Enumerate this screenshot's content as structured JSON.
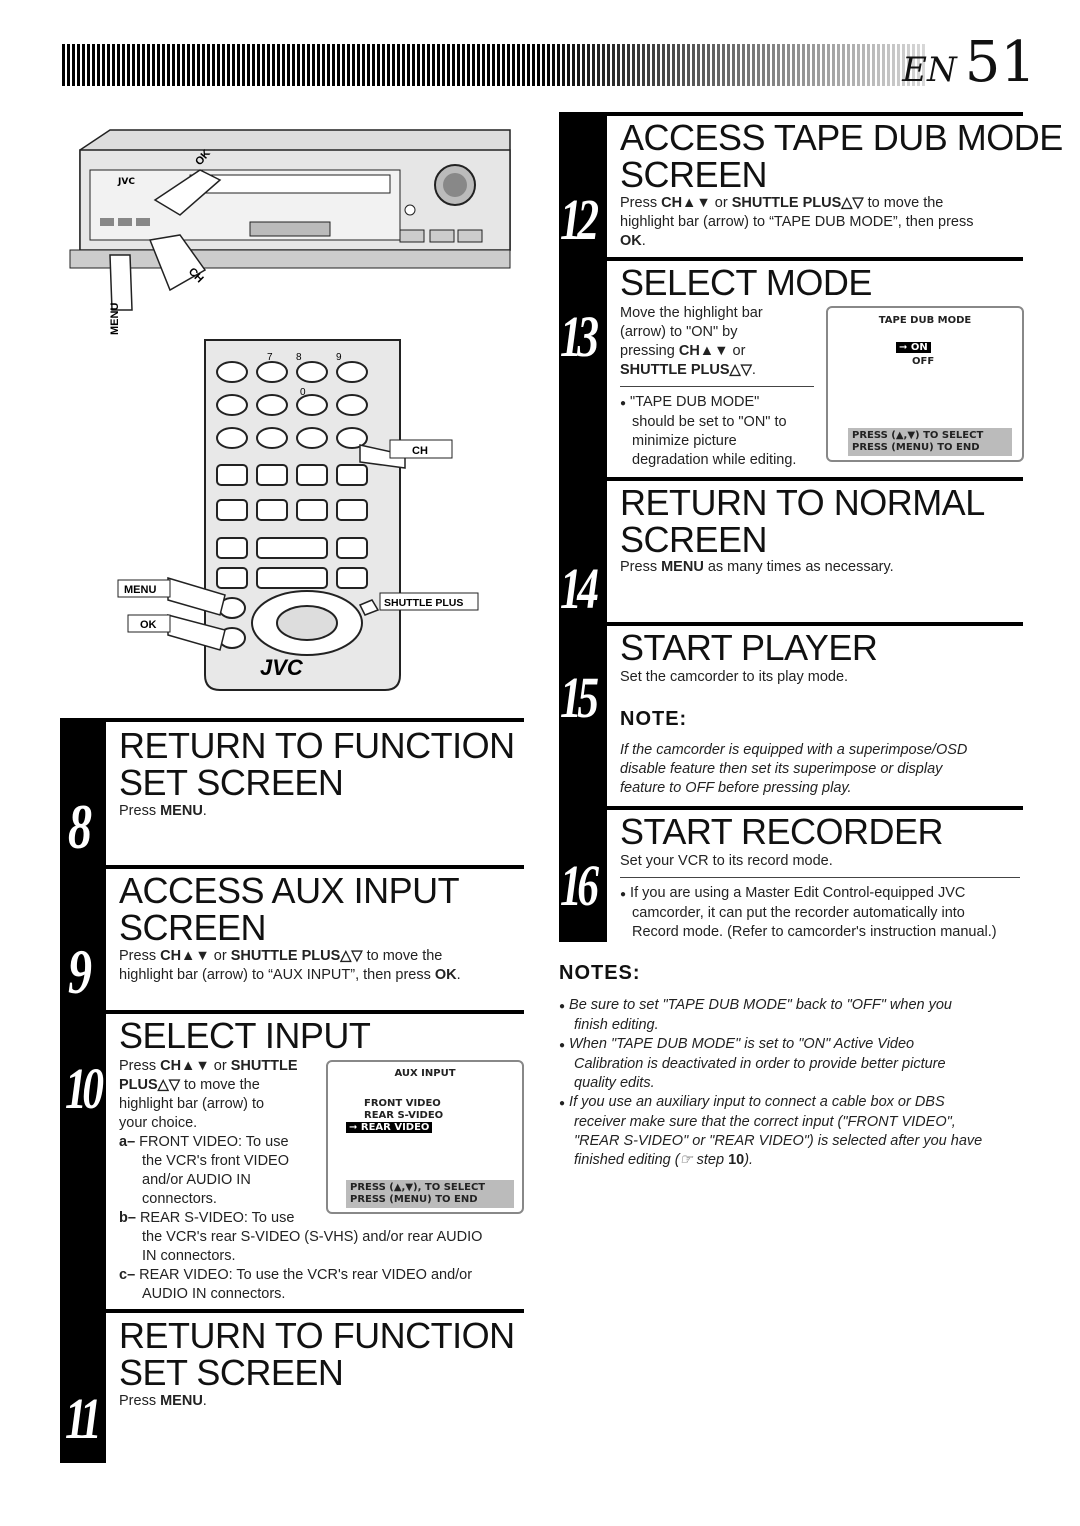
{
  "header": {
    "en": "EN",
    "page_number": "51"
  },
  "illustration": {
    "vcr_brand": "JVC",
    "remote_brand": "JVC",
    "labels": {
      "ok_top": "OK",
      "ch_top": "CH",
      "menu_side": "MENU",
      "ch_remote": "CH",
      "menu_remote": "MENU",
      "ok_remote": "OK",
      "shuttle_plus": "SHUTTLE PLUS"
    },
    "keypad_digits": [
      "7",
      "8",
      "9",
      "0"
    ]
  },
  "steps": {
    "s8": {
      "num": "8",
      "heading1": "RETURN TO FUNCTION",
      "heading2": "SET SCREEN",
      "text_pre": "Press ",
      "text_b": "MENU",
      "text_post": "."
    },
    "s9": {
      "num": "9",
      "heading1": "ACCESS AUX INPUT",
      "heading2": "SCREEN",
      "line1_pre": "Press ",
      "line1_b1": "CH▲▼",
      "line1_mid": " or ",
      "line1_b2": "SHUTTLE PLUS△▽",
      "line1_post": " to move the",
      "line2_pre": "highlight bar (arrow) to “AUX INPUT”, then press ",
      "line2_b": "OK",
      "line2_post": "."
    },
    "s10": {
      "num": "10",
      "heading1": "SELECT INPUT",
      "l1_pre": "Press ",
      "l1_b1": "CH▲▼",
      "l1_mid": " or ",
      "l1_b2": "SHUTTLE",
      "l2_b": "PLUS△▽",
      "l2_post": " to move the",
      "l3": "highlight bar (arrow) to",
      "l4": "your choice.",
      "a_label": "a–",
      "a_text1": "FRONT VIDEO: To use",
      "a_text2": "the VCR's front VIDEO",
      "a_text3": "and/or AUDIO IN",
      "a_text4": "connectors.",
      "b_label": "b–",
      "b_text1": "REAR S-VIDEO: To use",
      "b_text2": "the VCR's rear S-VIDEO (S-VHS) and/or rear AUDIO",
      "b_text3": "IN connectors.",
      "c_label": "c–",
      "c_text1": "REAR VIDEO: To use the VCR's rear VIDEO and/or",
      "c_text2": "AUDIO IN connectors."
    },
    "s11": {
      "num": "11",
      "heading1": "RETURN TO FUNCTION",
      "heading2": "SET SCREEN",
      "text_pre": "Press ",
      "text_b": "MENU",
      "text_post": "."
    },
    "s12": {
      "num": "12",
      "heading1": "ACCESS TAPE DUB MODE",
      "heading2": "SCREEN",
      "line1_pre": "Press ",
      "line1_b1": "CH▲▼",
      "line1_mid": " or ",
      "line1_b2": "SHUTTLE PLUS△▽",
      "line1_post": " to move the",
      "line2": "highlight bar (arrow) to “TAPE DUB MODE”, then press",
      "line3_b": "OK",
      "line3_post": "."
    },
    "s13": {
      "num": "13",
      "heading1": "SELECT MODE",
      "l1": "Move the highlight bar",
      "l2": "(arrow) to \"ON\" by",
      "l3_pre": "pressing ",
      "l3_b": "CH▲▼",
      "l3_post": " or",
      "l4_b": "SHUTTLE PLUS△▽",
      "l4_post": ".",
      "bullet1": "\"TAPE DUB MODE\"",
      "bullet2": "should be set to \"ON\" to",
      "bullet3": "minimize picture",
      "bullet4": "degradation while editing."
    },
    "s14": {
      "num": "14",
      "heading1": "RETURN TO NORMAL",
      "heading2": "SCREEN",
      "text_pre": "Press ",
      "text_b": "MENU",
      "text_post": " as many times as necessary."
    },
    "s15": {
      "num": "15",
      "heading1": "START PLAYER",
      "text": "Set the camcorder to its play mode.",
      "note_title": "NOTE:",
      "note1": "If the camcorder is equipped with a superimpose/OSD",
      "note2": "disable feature then set its superimpose or display",
      "note3": "feature to OFF before pressing play."
    },
    "s16": {
      "num": "16",
      "heading1": "START RECORDER",
      "text": "Set your VCR to its record mode.",
      "b1": "If you are using a Master Edit Control-equipped JVC",
      "b2": "camcorder, it can put the recorder automatically into",
      "b3": "Record mode. (Refer to camcorder's instruction manual.)"
    }
  },
  "osd_aux": {
    "title": "AUX INPUT",
    "opt1": "FRONT VIDEO",
    "opt2": "REAR S-VIDEO",
    "opt3": "REAR VIDEO",
    "arrow": "➞",
    "foot1": "PRESS (▲,▼), TO SELECT",
    "foot2": "PRESS (MENU) TO END"
  },
  "osd_dub": {
    "title": "TAPE DUB MODE",
    "opt1": "ON",
    "opt2": "OFF",
    "arrow": "➞",
    "foot1": "PRESS (▲,▼) TO SELECT",
    "foot2": "PRESS (MENU) TO END"
  },
  "notes": {
    "title": "NOTES:",
    "n1a": "Be sure to set \"TAPE DUB MODE\" back to \"OFF\" when you",
    "n1b": "finish editing.",
    "n2a": "When \"TAPE DUB MODE\" is set to \"ON\" Active Video",
    "n2b": "Calibration is deactivated in order to provide better picture",
    "n2c": "quality edits.",
    "n3a": "If you use an auxiliary input to connect a cable box or DBS",
    "n3b": "receiver make sure that the correct input (\"FRONT VIDEO\",",
    "n3c": "\"REAR S-VIDEO\" or \"REAR VIDEO\") is selected after you have",
    "n3d_pre": "finished editing (",
    "n3d_icon": "☞",
    "n3d_mid": " step ",
    "n3d_b": "10",
    "n3d_post": ")."
  }
}
